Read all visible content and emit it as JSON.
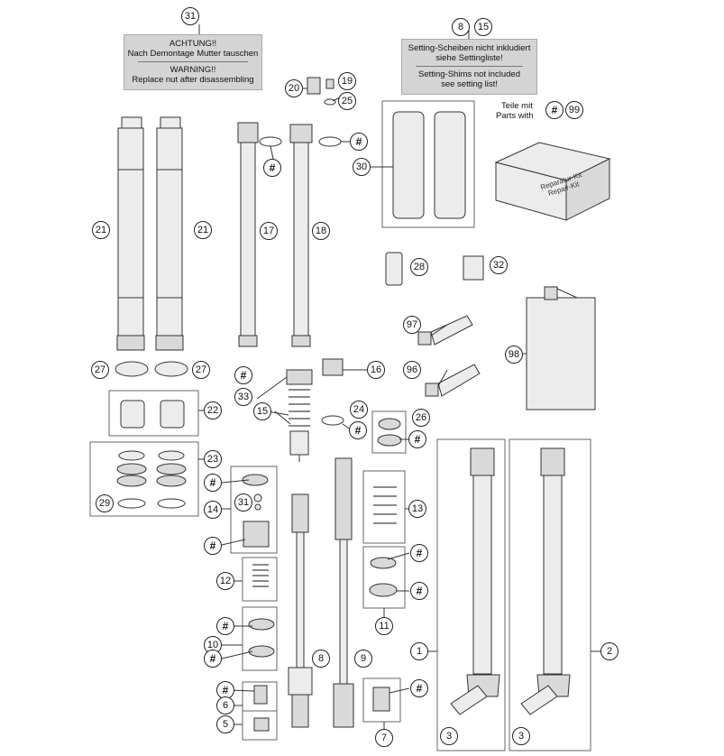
{
  "notes": {
    "achtung": {
      "line1": "ACHTUNG!!",
      "line2": "Nach Demontage Mutter tauschen",
      "line3": "WARNING!!",
      "line4": "Replace nut after disassembling"
    },
    "setting": {
      "line1": "Setting-Scheiben nicht inkludiert",
      "line2": "siehe Settingliste!",
      "line3": "Setting-Shims not included",
      "line4": "see setting list!"
    },
    "teile": {
      "line1": "Teile mit",
      "line2": "Parts with"
    },
    "repair_kit": {
      "line1": "Reparatur-Kit",
      "line2": "Repair-Kit"
    }
  },
  "callouts": [
    {
      "label": "31"
    },
    {
      "label": "8"
    },
    {
      "label": "15"
    },
    {
      "label": "20"
    },
    {
      "label": "19"
    },
    {
      "label": "25"
    },
    {
      "label": "#"
    },
    {
      "label": "#"
    },
    {
      "label": "99"
    },
    {
      "label": "30"
    },
    {
      "label": "21"
    },
    {
      "label": "21"
    },
    {
      "label": "#"
    },
    {
      "label": "17"
    },
    {
      "label": "18"
    },
    {
      "label": "28"
    },
    {
      "label": "32"
    },
    {
      "label": "97"
    },
    {
      "label": "98"
    },
    {
      "label": "27"
    },
    {
      "label": "27"
    },
    {
      "label": "16"
    },
    {
      "label": "#"
    },
    {
      "label": "96"
    },
    {
      "label": "33"
    },
    {
      "label": "22"
    },
    {
      "label": "15"
    },
    {
      "label": "24"
    },
    {
      "label": "#"
    },
    {
      "label": "26"
    },
    {
      "label": "#"
    },
    {
      "label": "23"
    },
    {
      "label": "#"
    },
    {
      "label": "31"
    },
    {
      "label": "13"
    },
    {
      "label": "29"
    },
    {
      "label": "14"
    },
    {
      "label": "#"
    },
    {
      "label": "#"
    },
    {
      "label": "12"
    },
    {
      "label": "#"
    },
    {
      "label": "#"
    },
    {
      "label": "11"
    },
    {
      "label": "10"
    },
    {
      "label": "#"
    },
    {
      "label": "1"
    },
    {
      "label": "2"
    },
    {
      "label": "8"
    },
    {
      "label": "9"
    },
    {
      "label": "#"
    },
    {
      "label": "#"
    },
    {
      "label": "6"
    },
    {
      "label": "5"
    },
    {
      "label": "7"
    },
    {
      "label": "3"
    },
    {
      "label": "3"
    }
  ]
}
